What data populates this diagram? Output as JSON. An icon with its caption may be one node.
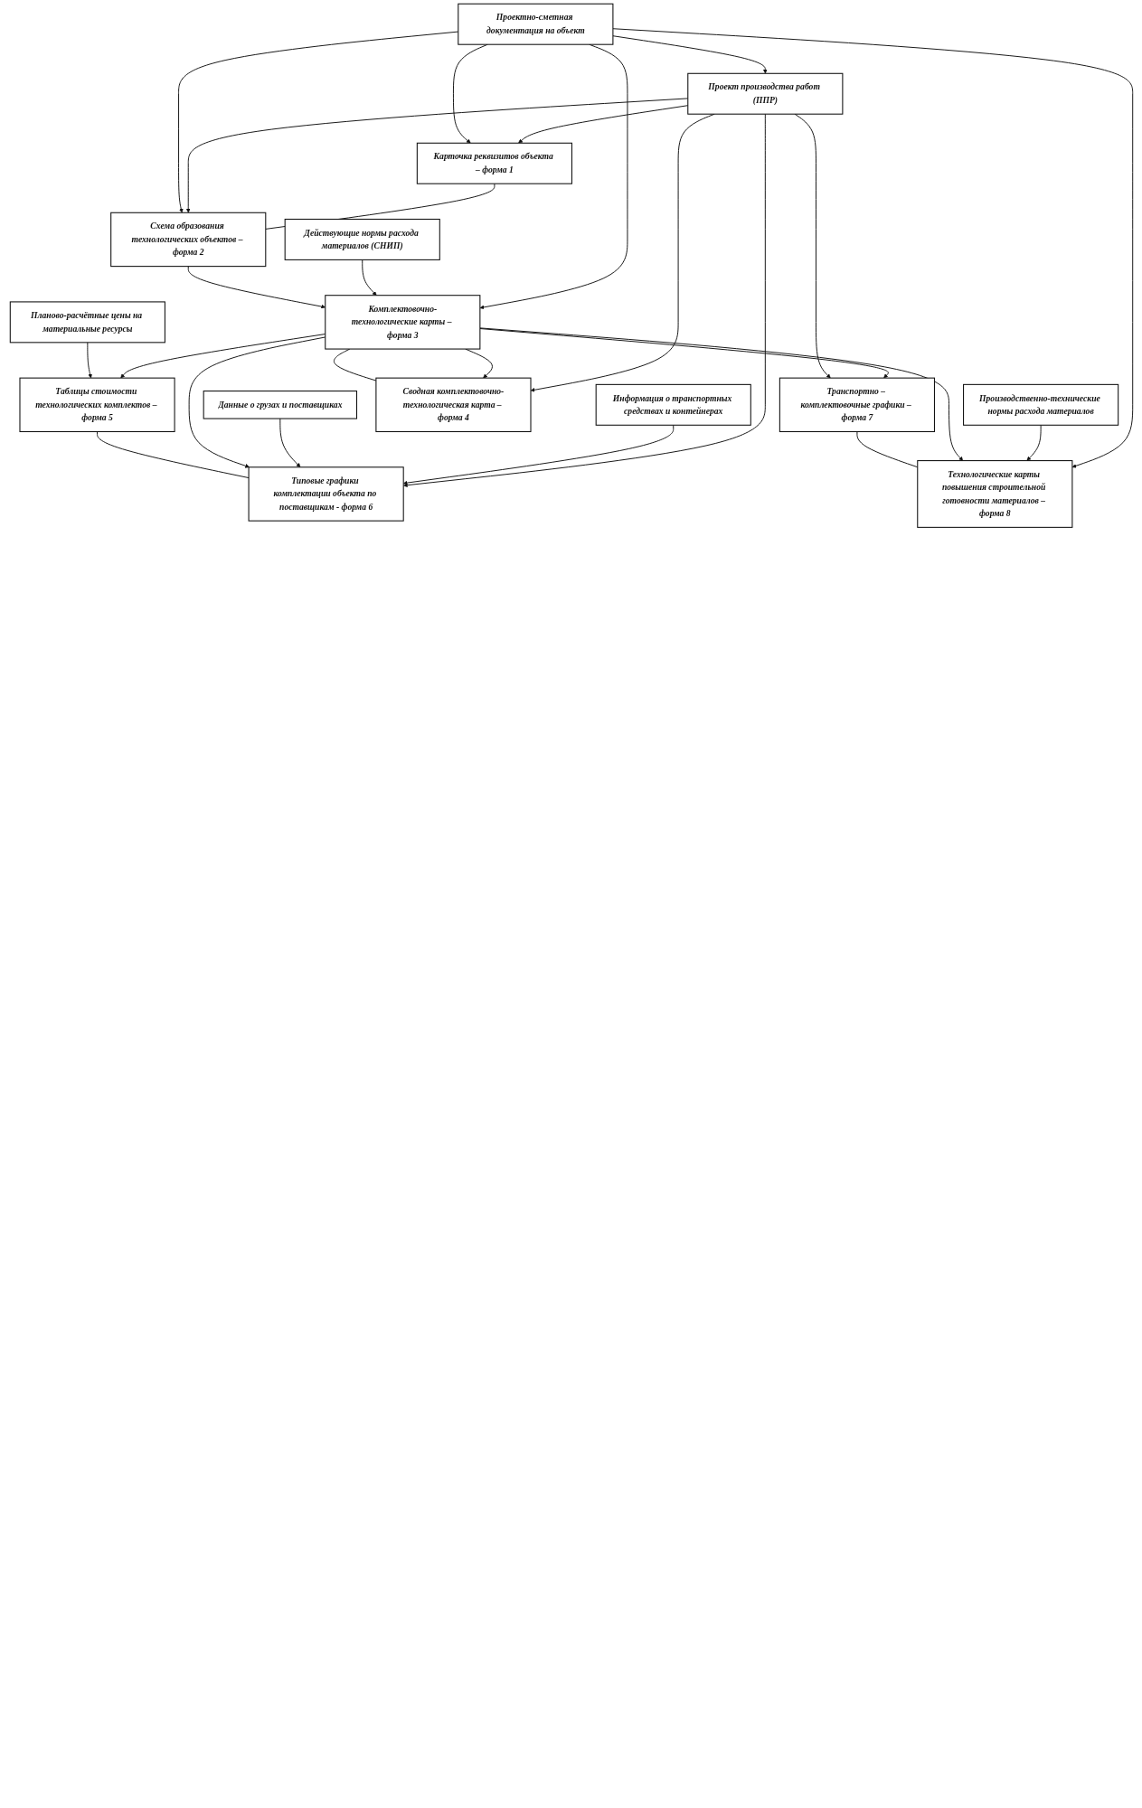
{
  "diagram": {
    "nodes": [
      {
        "text": [
          "Проектно-сметная документация на объект"
        ]
      },
      {
        "text": [
          "Проект производства работ (ППР)"
        ]
      },
      {
        "text": [
          "Действующие нормы расхода материалов (СНИП)"
        ]
      },
      {
        "text": [
          "Данные о грузах и поставщиках"
        ]
      },
      {
        "text": [
          "Информация о транспортных средствах и контейнерах"
        ]
      },
      {
        "text": [
          "Производственно-технические нормы расхода материалов"
        ]
      },
      {
        "text": [
          "Карточка реквизитов объекта – форма 1"
        ]
      },
      {
        "text": [
          "Схема образования технологических объектов – форма 2"
        ]
      },
      {
        "text": [
          "Планово-расчётные цены на материальные ресурсы"
        ]
      },
      {
        "text": [
          "Комплектовочно-технологические карты – форма 3"
        ]
      },
      {
        "text": [
          "Сводная комплектовочно-технологическая карта – форма 4"
        ]
      },
      {
        "text": [
          "Таблицы стоимости технологических комплектов – форма 5"
        ]
      },
      {
        "text": [
          "Типовые графики комплектации объекта по поставщикам - форма 6"
        ]
      },
      {
        "text": [
          "Транспортно – комплектовочные графики – форма 7"
        ]
      },
      {
        "text": [
          "Технологические карты повышения строительной готовности материалов – форма 8"
        ]
      }
    ],
    "edges": [
      {
        "from": 0,
        "to": 1,
        "arrow": "to"
      },
      {
        "from": 0,
        "to": 6,
        "arrow": "to"
      },
      {
        "from": 1,
        "to": 6,
        "arrow": "to"
      },
      {
        "from": 0,
        "to": 7,
        "arrow": "to"
      },
      {
        "from": 1,
        "to": 7,
        "arrow": "to"
      },
      {
        "from": 6,
        "to": 7,
        "arrow": "none"
      },
      {
        "from": 7,
        "to": 9,
        "arrow": "to"
      },
      {
        "from": 2,
        "to": 9,
        "arrow": "to"
      },
      {
        "from": 0,
        "to": 9,
        "arrow": "to"
      },
      {
        "from": 9,
        "to": 10,
        "arrow": "none"
      },
      {
        "from": 9,
        "to": 10,
        "arrow": "to"
      },
      {
        "from": 1,
        "to": 10,
        "arrow": "to"
      },
      {
        "from": 8,
        "to": 11,
        "arrow": "to"
      },
      {
        "from": 9,
        "to": 11,
        "arrow": "to"
      },
      {
        "from": 11,
        "to": 12,
        "arrow": "none"
      },
      {
        "from": 9,
        "to": 12,
        "arrow": "to"
      },
      {
        "from": 3,
        "to": 12,
        "arrow": "to"
      },
      {
        "from": 4,
        "to": 12,
        "arrow": "to"
      },
      {
        "from": 1,
        "to": 12,
        "arrow": "to"
      },
      {
        "from": 1,
        "to": 13,
        "arrow": "to"
      },
      {
        "from": 9,
        "to": 13,
        "arrow": "to"
      },
      {
        "from": 13,
        "to": 14,
        "arrow": "none"
      },
      {
        "from": 9,
        "to": 14,
        "arrow": "to"
      },
      {
        "from": 5,
        "to": 14,
        "arrow": "to"
      },
      {
        "from": 0,
        "to": 14,
        "arrow": "to"
      }
    ]
  }
}
